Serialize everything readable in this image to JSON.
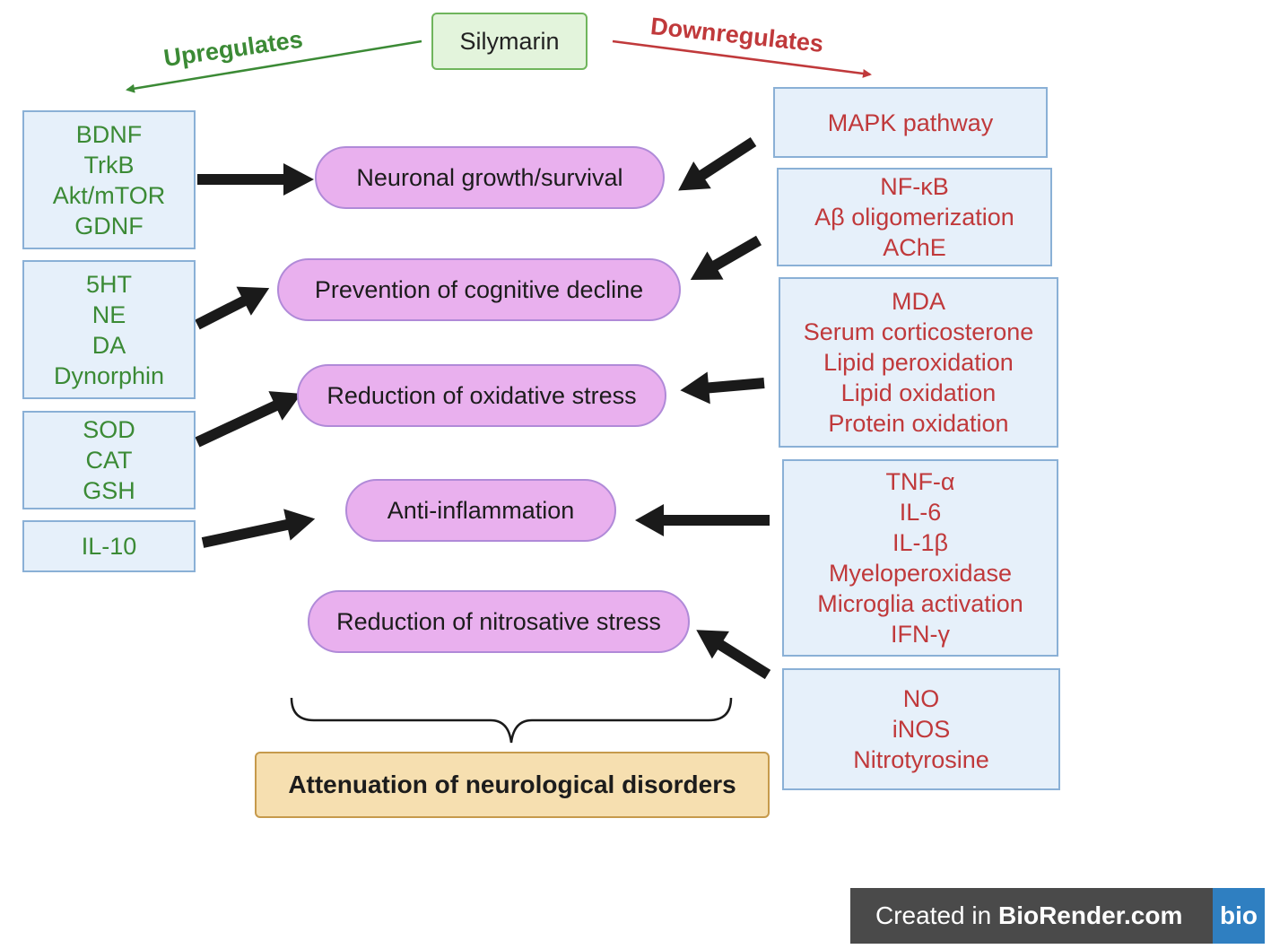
{
  "source": "Silymarin",
  "labels": {
    "upregulates": "Upregulates",
    "downregulates": "Downregulates"
  },
  "left_boxes": [
    {
      "items": [
        "BDNF",
        "TrkB",
        "Akt/mTOR",
        "GDNF"
      ]
    },
    {
      "items": [
        "5HT",
        "NE",
        "DA",
        "Dynorphin"
      ]
    },
    {
      "items": [
        "SOD",
        "CAT",
        "GSH"
      ]
    },
    {
      "items": [
        "IL-10"
      ]
    }
  ],
  "outcomes": [
    "Neuronal growth/survival",
    "Prevention of cognitive decline",
    "Reduction of oxidative stress",
    "Anti-inflammation",
    "Reduction of nitrosative stress"
  ],
  "right_boxes": [
    {
      "items": [
        "MAPK pathway"
      ]
    },
    {
      "items": [
        "NF-κB",
        "Aβ oligomerization",
        "AChE"
      ]
    },
    {
      "items": [
        "MDA",
        "Serum corticosterone",
        "Lipid peroxidation",
        "Lipid oxidation",
        "Protein oxidation"
      ]
    },
    {
      "items": [
        "TNF-α",
        "IL-6",
        "IL-1β",
        "Myeloperoxidase",
        "Microglia activation",
        "IFN-γ"
      ]
    },
    {
      "items": [
        "NO",
        "iNOS",
        "Nitrotyrosine"
      ]
    }
  ],
  "final": "Attenuation of neurological disorders",
  "watermark": {
    "prefix": "Created in ",
    "brand": "BioRender.com",
    "logo": "bio"
  },
  "colors": {
    "upregulated_text": "#3b8a35",
    "downregulated_text": "#c0393b",
    "outcome_fill": "#e9b0ee",
    "box_fill": "#e6f0fa",
    "final_fill": "#f6dfb0",
    "source_fill": "#e3f4dc"
  }
}
